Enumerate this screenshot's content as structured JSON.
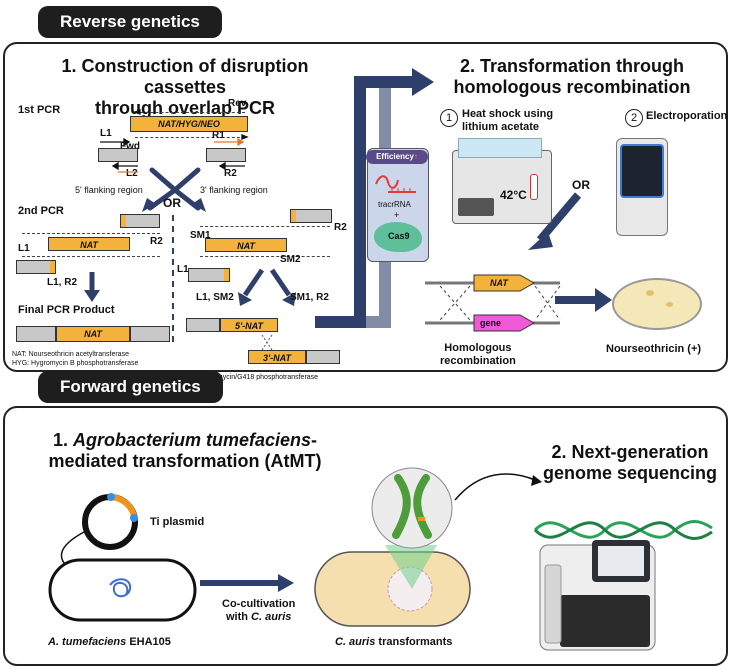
{
  "reverse": {
    "title": "Reverse genetics",
    "s1_title_a": "1.  Construction of disruption cassettes",
    "s1_title_b": "through overlap PCR",
    "s2_title_a": "2. Transformation through",
    "s2_title_b": "homologous recombination",
    "first_pcr": "1st PCR",
    "second_pcr": "2nd PCR",
    "cassette": "NAT/HYG/NEO",
    "rev": "Rev",
    "fwd": "Fwd",
    "L1": "L1",
    "L2": "L2",
    "R1": "R1",
    "R2": "R2",
    "SM1": "SM1",
    "SM2": "SM2",
    "flank5": "5' flanking region",
    "flank3": "3' flanking region",
    "or": "OR",
    "nat": "NAT",
    "l1r2": "L1, R2",
    "l1sm2": "L1, SM2",
    "sm1r2": "SM1, R2",
    "final": "Final PCR Product",
    "nat5": "5'-NAT",
    "nat3": "3'-NAT",
    "legend_nat": "NAT: Nourseothricin acetyltransferase",
    "legend_hyg": "HYG: Hygromycin B phosphotransferase",
    "legend_neo": "NEO: Neomycin/G418 phosphotransferase",
    "efficiency": "Efficiency",
    "tracrrna": "tracrRNA",
    "plus": "+",
    "cas9": "Cas9",
    "m1_num": "1",
    "m1_label_a": "Heat shock using",
    "m1_label_b": "lithium acetate",
    "m2_num": "2",
    "m2_label": "Electroporation",
    "temp": "42°C",
    "or2": "OR",
    "gene": "gene",
    "homologous_a": "Homologous",
    "homologous_b": "recombination",
    "nourseo": "Nourseothricin (+)"
  },
  "forward": {
    "title": "Forward genetics",
    "s1_num": "1.",
    "s1_italic": "Agrobacterium tumefaciens",
    "s1_dash": "-",
    "s1_title_b": "mediated transformation (AtMT)",
    "s2_title_a": "2. Next-generation",
    "s2_title_b": "genome sequencing",
    "ti": "Ti plasmid",
    "cocult_a": "Co-cultivation",
    "cocult_b": "with",
    "cocult_c": "C. auris",
    "strain_a": "A. tumefaciens",
    "strain_b": "EHA105",
    "transf_a": "C. auris",
    "transf_b": "transformants"
  },
  "colors": {
    "gene": "#f3b23c",
    "flank": "#c8c8c8",
    "arrow": "#2f3f6b",
    "pink": "#f05ad9",
    "cas9": "#5fbf9b",
    "cell": "#f5dfae"
  }
}
